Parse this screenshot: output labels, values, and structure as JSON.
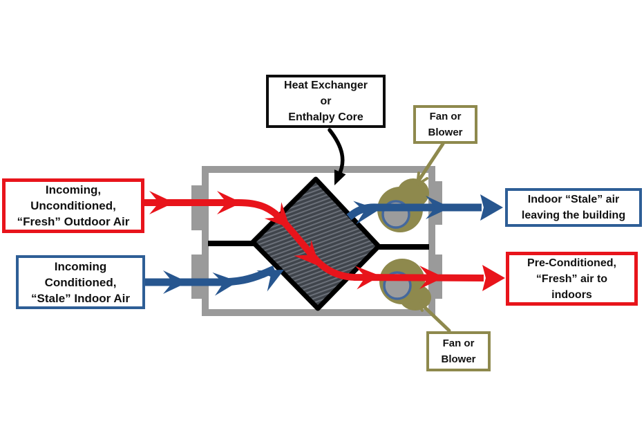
{
  "title": "HRV / ERV airflow diagram",
  "colors": {
    "background": "#FFFFFF",
    "red": "#E8141B",
    "blue": "#27568F",
    "blue_border": "#2E5E96",
    "olive": "#8E894D",
    "frame_gray": "#9A9A9A",
    "core_dark": "#3F444B",
    "core_stripe": "#6C717A",
    "fan_hub_gray": "#9C9C9C",
    "hub_ring_blue": "#44689D",
    "label_black": "#0D0D0D",
    "text": "#111111"
  },
  "boxes": {
    "left_red": {
      "lines": [
        "Incoming,",
        "Unconditioned,",
        "“Fresh” Outdoor Air"
      ]
    },
    "left_blue": {
      "lines": [
        "Incoming",
        "Conditioned,",
        "“Stale” Indoor Air"
      ]
    },
    "core_label": {
      "lines": [
        "Heat Exchanger",
        "or",
        "Enthalpy Core"
      ]
    },
    "fan_top": {
      "lines": [
        "Fan or",
        "Blower"
      ]
    },
    "fan_bottom": {
      "lines": [
        "Fan or",
        "Blower"
      ]
    },
    "right_blue": {
      "lines": [
        "Indoor “Stale” air",
        "leaving the building"
      ]
    },
    "right_red": {
      "lines": [
        "Pre-Conditioned,",
        "“Fresh” air to",
        "indoors"
      ]
    }
  }
}
